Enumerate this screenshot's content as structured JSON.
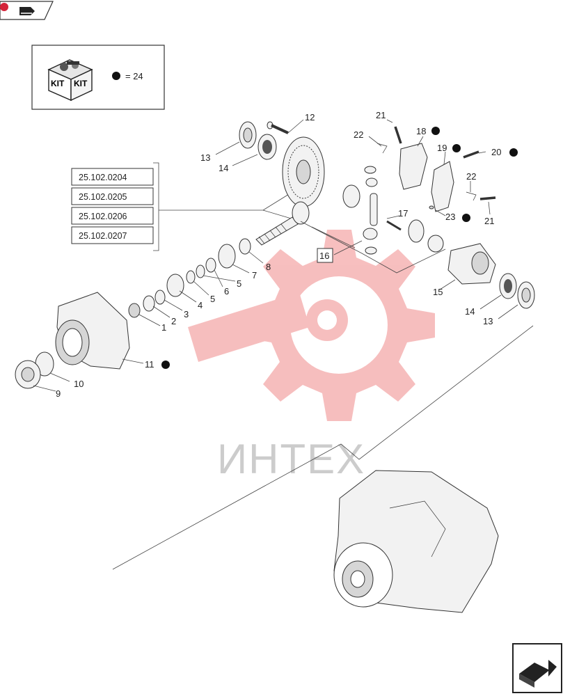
{
  "kit_legend": {
    "kit_label": "KIT",
    "equals_text": "= 24"
  },
  "references": [
    "25.102.0204",
    "25.102.0205",
    "25.102.0206",
    "25.102.0207"
  ],
  "callouts": {
    "c1": "1",
    "c2": "2",
    "c3": "3",
    "c4": "4",
    "c5a": "5",
    "c5b": "5",
    "c6": "6",
    "c7": "7",
    "c8": "8",
    "c9": "9",
    "c10": "10",
    "c11": "11",
    "c12": "12",
    "c13a": "13",
    "c13b": "13",
    "c14a": "14",
    "c14b": "14",
    "c15": "15",
    "c16": "16",
    "c17": "17",
    "c18": "18",
    "c19": "19",
    "c20": "20",
    "c21a": "21",
    "c21b": "21",
    "c22a": "22",
    "c22b": "22",
    "c23": "23"
  },
  "watermark_text": "ИНТЕХ",
  "colors": {
    "watermark_gear": "#f6b8b8",
    "line": "#333333",
    "dot": "#111111"
  },
  "icons": {
    "top_nav": "book-arrow-icon",
    "bottom_nav": "next-page-arrow-icon",
    "kit": "kit-box-icon"
  }
}
